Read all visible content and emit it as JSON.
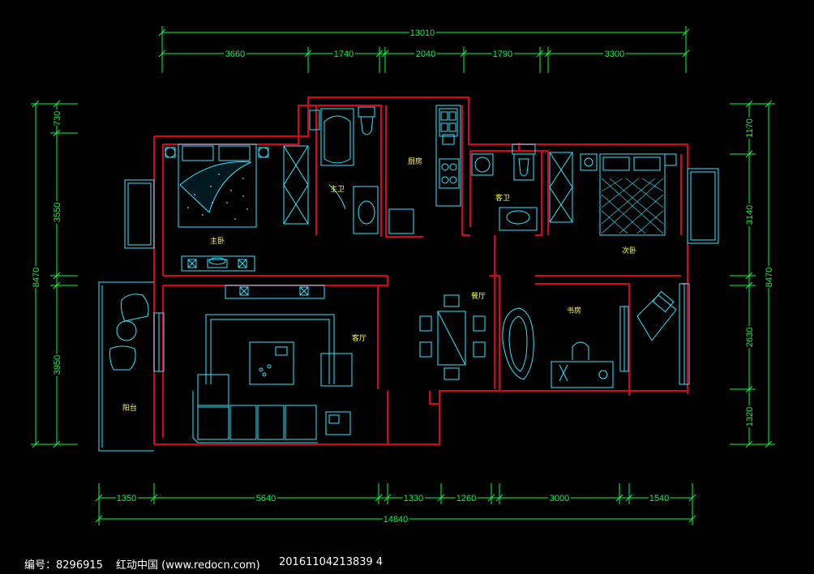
{
  "dimensions": {
    "top_total": "13010",
    "top_segments": [
      "3660",
      "1740",
      "2040",
      "1790",
      "3300"
    ],
    "bottom_segments": [
      "1350",
      "5640",
      "1330",
      "1260",
      "3000",
      "1540"
    ],
    "bottom_total": "14840",
    "left_segments": [
      "730",
      "3550",
      "3950"
    ],
    "left_total": "8470",
    "right_segments": [
      "1170",
      "3140",
      "2630",
      "1320"
    ],
    "right_total": "8470"
  },
  "rooms": {
    "master_bedroom": "主卧",
    "master_bath": "主卫",
    "kitchen": "厨房",
    "guest_bath": "客卫",
    "second_bedroom": "次卧",
    "dining": "餐厅",
    "living": "客厅",
    "study": "书房",
    "balcony": "阳台"
  },
  "footer": {
    "id_label": "编号：8296915",
    "site": "红动中国 (www.redocn.com)",
    "code": "20161104213839 4"
  },
  "colors": {
    "wall": "#e0001a",
    "furniture": "#33e6ff",
    "dimension": "#00ff3c",
    "label": "#ffff4a",
    "background": "#000000"
  }
}
